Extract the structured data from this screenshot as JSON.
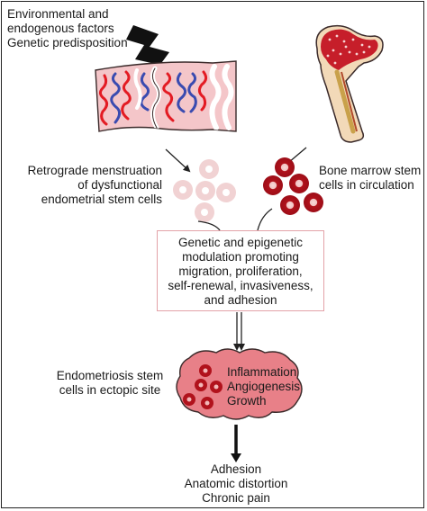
{
  "factors": {
    "line1": "Environmental and",
    "line2": "endogenous factors",
    "line3": "Genetic predisposition"
  },
  "retrograde": {
    "line1": "Retrograde menstruation",
    "line2": "of dysfunctional",
    "line3": "endometrial stem cells"
  },
  "bone_marrow": {
    "line1": "Bone marrow stem",
    "line2": "cells in circulation"
  },
  "modulation": {
    "line1": "Genetic and epigenetic",
    "line2": "modulation promoting",
    "line3": "migration, proliferation,",
    "line4": "self-renewal, invasiveness,",
    "line5": "and adhesion"
  },
  "ectopic": {
    "line1": "Endometriosis stem",
    "line2": "cells in ectopic site"
  },
  "lesion": {
    "line1": "Inflammation",
    "line2": "Angiogenesis",
    "line3": "Growth"
  },
  "outcomes": {
    "line1": "Adhesion",
    "line2": "Anatomic distortion",
    "line3": "Chronic pain"
  },
  "colors": {
    "tissue_fill": "#f4c6c9",
    "lesion_fill": "#e88088",
    "box_border": "#e3a2a8",
    "pale_cell": "#f1d2d3",
    "marrow_cell": "#b1121c",
    "vessel_red": "#e31b23",
    "vessel_blue": "#3a4bb0"
  }
}
